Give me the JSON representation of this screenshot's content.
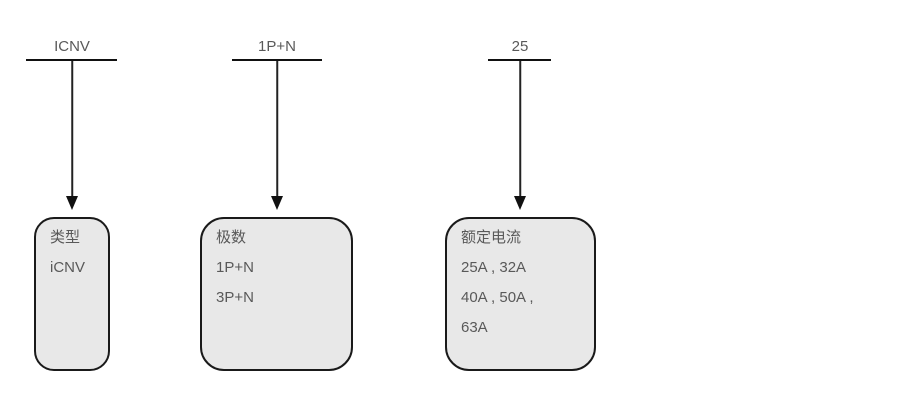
{
  "diagram": {
    "title_meaning": "product model code explanation",
    "colors": {
      "background": "#ffffff",
      "box_fill": "#e8e8e8",
      "box_border": "#1a1a1a",
      "text": "#595959",
      "connector": "#111111"
    },
    "columns": [
      {
        "code": "ICNV",
        "box_lines": [
          "类型",
          "iCNV"
        ]
      },
      {
        "code": "1P+N",
        "box_lines": [
          "极数",
          "1P+N",
          "3P+N"
        ]
      },
      {
        "code": "25",
        "box_lines": [
          "额定电流",
          "25A , 32A",
          "40A , 50A ,",
          "63A"
        ]
      }
    ]
  }
}
